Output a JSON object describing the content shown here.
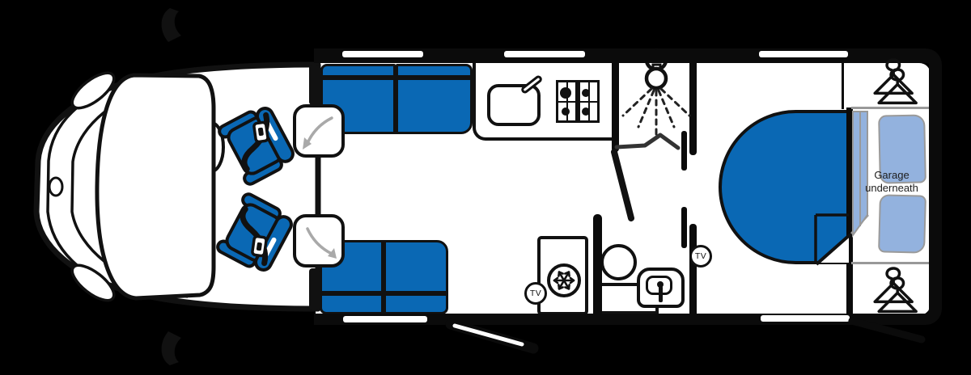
{
  "canvas": {
    "background": "#000000"
  },
  "colors": {
    "upholstery": "#0a68b4",
    "bedding": "#93b2de",
    "outline": "#111111",
    "arrow_gray": "#a9a9a9",
    "divider_gray": "#999999",
    "wall_black": "#0b0b0b"
  },
  "bedroom": {
    "garage_label_line1": "Garage",
    "garage_label_line2": "underneath"
  },
  "badges": {
    "lounge_tv": "TV",
    "bedroom_tv": "TV"
  },
  "icons": {
    "wing_mirror": "wing-mirror-icon",
    "swivel_seat": "swivel-cab-seat-icon",
    "seatbelt": "seatbelt-buckle-icon",
    "swivel_arrow": "swivel-rotation-arrow-icon",
    "sink": "kitchen-sink-icon",
    "tap": "tap-icon",
    "hob": "four-burner-hob-icon",
    "shower": "shower-head-icon",
    "folding_door": "bifold-shower-door-icon",
    "toilet": "cassette-toilet-icon",
    "basin": "wash-basin-icon",
    "fridge": "snowflake-fridge-icon",
    "tv": "tv-badge",
    "hanger": "coat-hanger-icon",
    "bed": "island-bed",
    "pillow": "pillow",
    "entry_door": "entry-door-open-icon",
    "garage_door": "garage-door-open-icon"
  }
}
